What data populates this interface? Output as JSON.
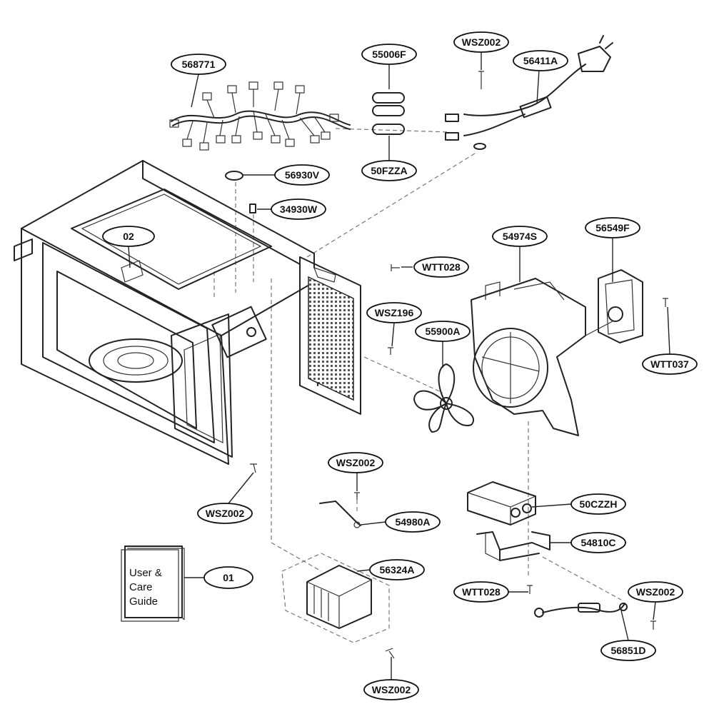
{
  "callouts": {
    "c568771": "568771",
    "c55006F": "55006F",
    "cWSZ002_top": "WSZ002",
    "c56411A": "56411A",
    "c50FZZA": "50FZZA",
    "c56930V": "56930V",
    "c34930W": "34930W",
    "c02": "02",
    "cWTT028_top": "WTT028",
    "cWSZ196": "WSZ196",
    "c54974S": "54974S",
    "c56549F": "56549F",
    "c55900A": "55900A",
    "cWTT037": "WTT037",
    "cWSZ002_mid": "WSZ002",
    "cWSZ002_left": "WSZ002",
    "c54980A": "54980A",
    "c50CZZH": "50CZZH",
    "c54810C": "54810C",
    "c56324A": "56324A",
    "c01": "01",
    "cWTT028_bot": "WTT028",
    "cWSZ002_right": "WSZ002",
    "c56851D": "56851D",
    "cWSZ002_bot": "WSZ002"
  },
  "guide": {
    "line1": "User &",
    "line2": "Care",
    "line3": "Guide"
  }
}
